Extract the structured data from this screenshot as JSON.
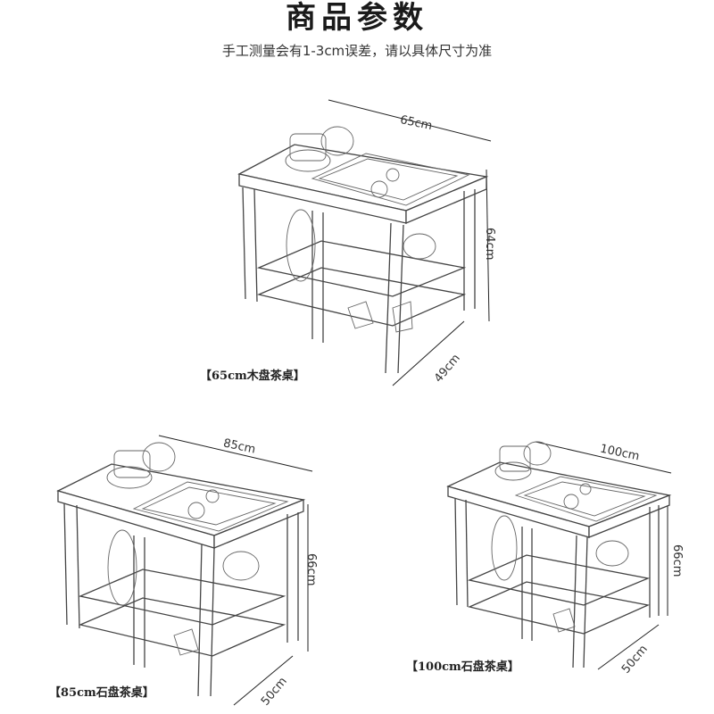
{
  "header": {
    "title": "商品参数",
    "note": "手工测量会有1-3cm误差，请以具体尺寸为准"
  },
  "products": [
    {
      "caption": "【65cm木盘茶桌】",
      "width": "65cm",
      "height": "64cm",
      "depth": "49cm"
    },
    {
      "caption": "【85cm石盘茶桌】",
      "width": "85cm",
      "height": "66cm",
      "depth": "50cm"
    },
    {
      "caption": "【100cm石盘茶桌】",
      "width": "100cm",
      "height": "66cm",
      "depth": "50cm"
    }
  ],
  "icons": [
    "tea-table-sketch-icon"
  ]
}
